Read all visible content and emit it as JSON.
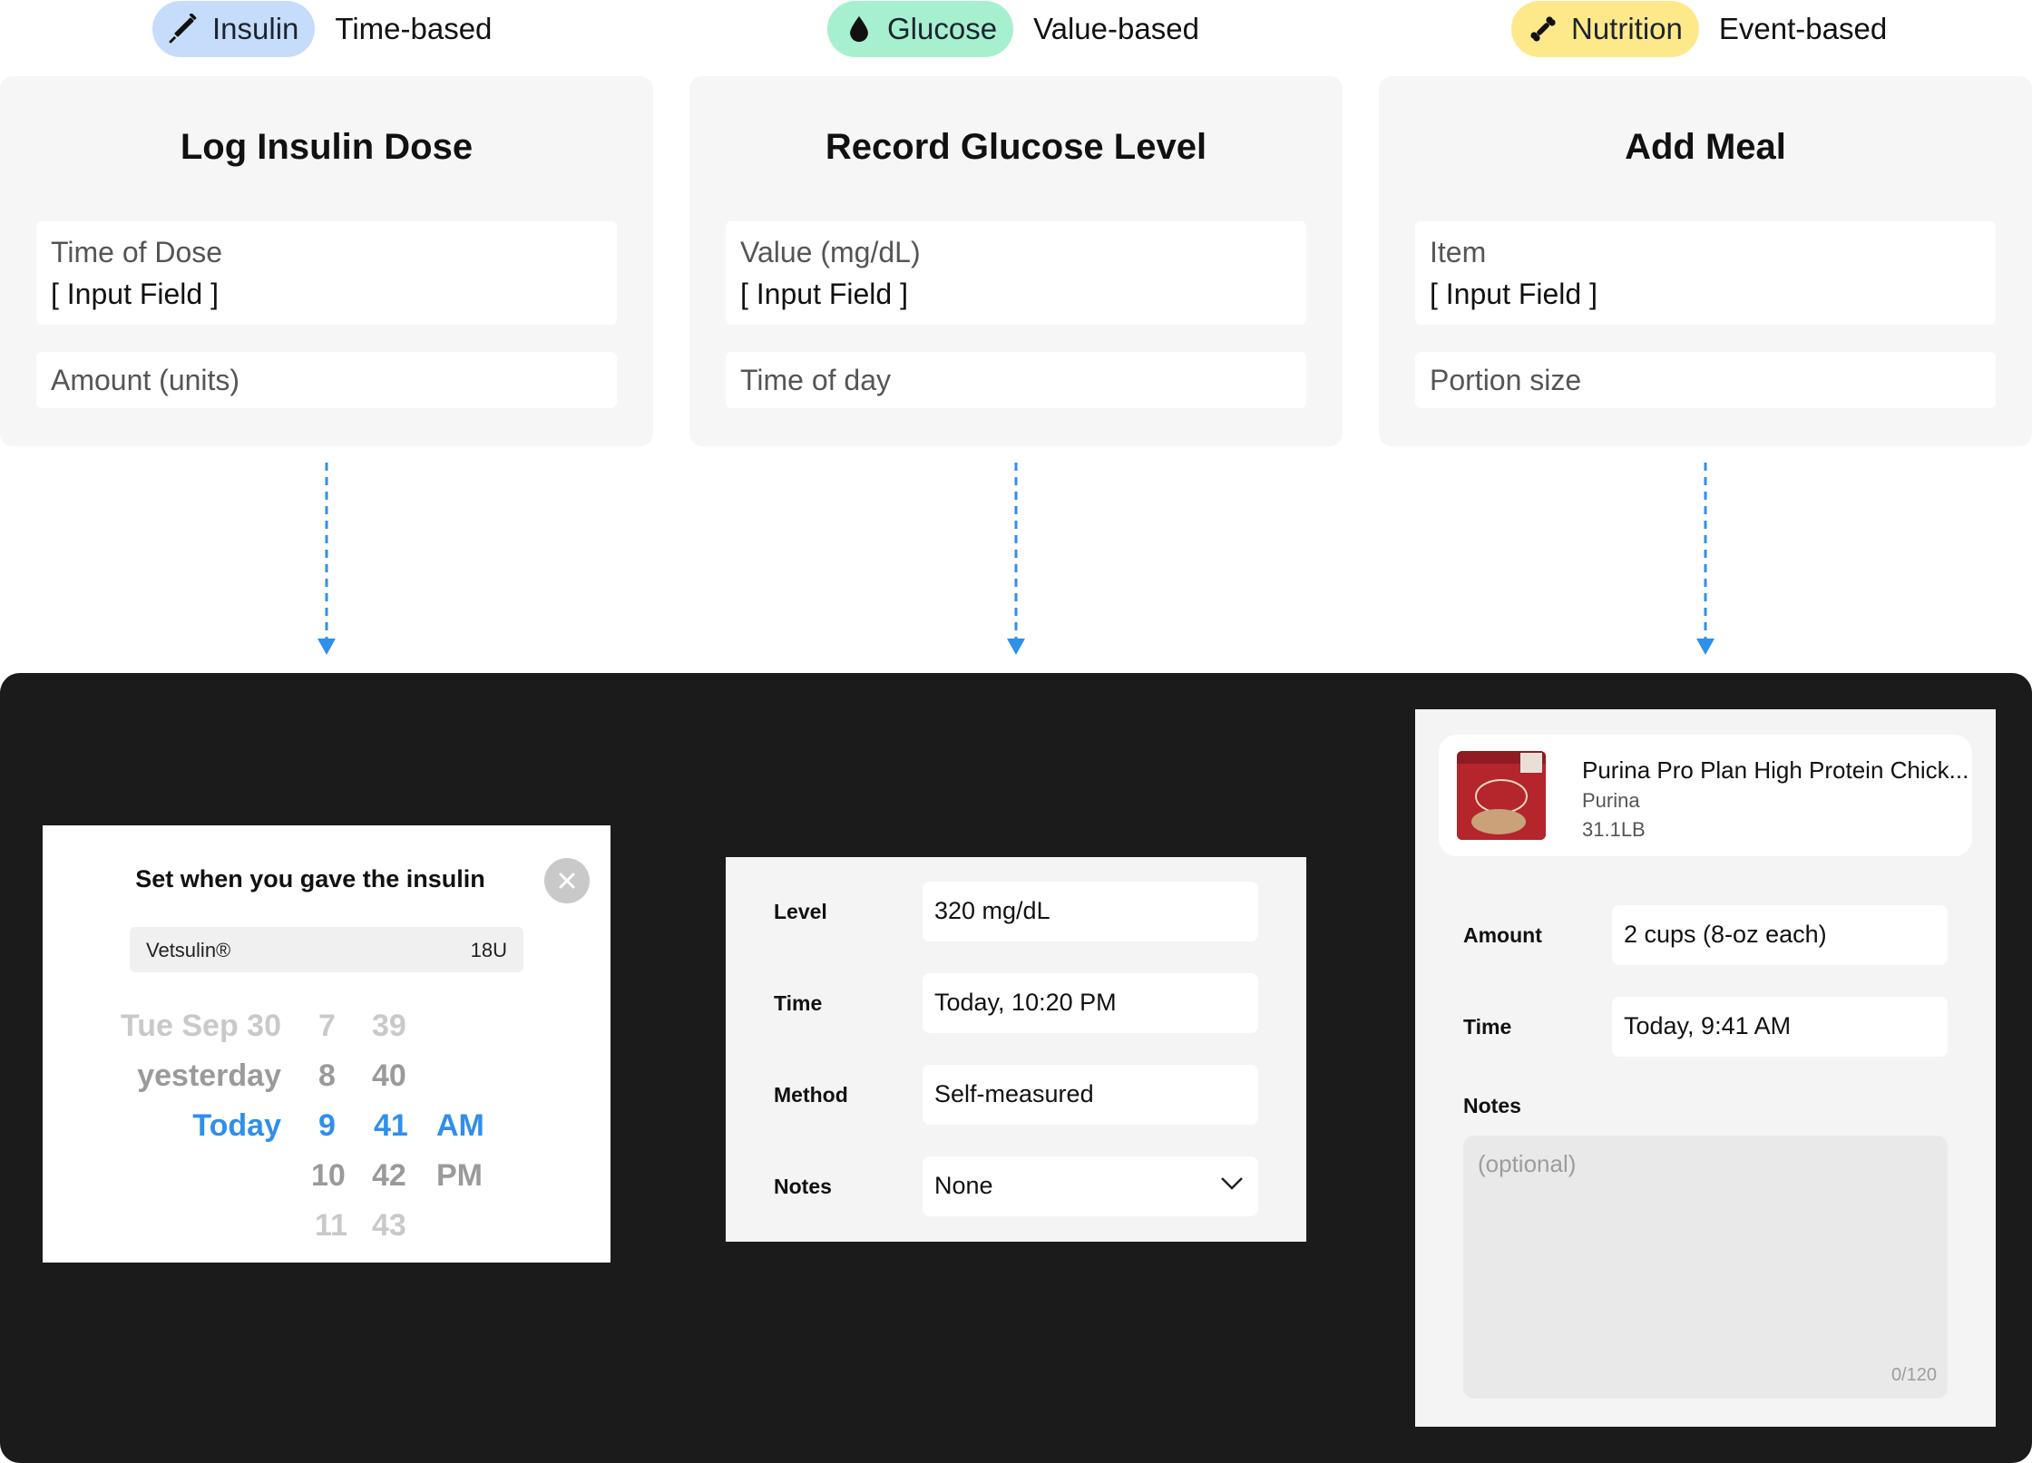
{
  "categories": [
    {
      "pill": "Insulin",
      "type": "Time-based",
      "icon": "syringe-icon",
      "color": "#c6dcfb"
    },
    {
      "pill": "Glucose",
      "type": "Value-based",
      "icon": "drop-icon",
      "color": "#a6f0cf"
    },
    {
      "pill": "Nutrition",
      "type": "Event-based",
      "icon": "bone-icon",
      "color": "#fde98a"
    }
  ],
  "cards": [
    {
      "title": "Log Insulin Dose",
      "field1_label": "Time of Dose",
      "field1_value": "[ Input Field ]",
      "field2_label": "Amount (units)"
    },
    {
      "title": "Record Glucose Level",
      "field1_label": "Value (mg/dL)",
      "field1_value": "[ Input Field ]",
      "field2_label": "Time of day"
    },
    {
      "title": "Add Meal",
      "field1_label": "Item",
      "field1_value": "[ Input Field ]",
      "field2_label": "Portion size"
    }
  ],
  "insulin_picker": {
    "title": "Set when you gave the insulin",
    "medication": "Vetsulin®",
    "dose": "18U",
    "days": [
      "Tue Sep 30",
      "yesterday",
      "Today"
    ],
    "hours": [
      "7",
      "8",
      "9",
      "10",
      "11"
    ],
    "minutes": [
      "39",
      "40",
      "41",
      "42",
      "43"
    ],
    "periods": [
      "AM",
      "PM"
    ]
  },
  "glucose_form": {
    "rows": [
      {
        "label": "Level",
        "value": "320 mg/dL"
      },
      {
        "label": "Time",
        "value": "Today, 10:20 PM"
      },
      {
        "label": "Method",
        "value": "Self-measured"
      },
      {
        "label": "Notes",
        "value": "None"
      }
    ]
  },
  "meal_form": {
    "product_name": "Purina Pro Plan High Protein Chick...",
    "product_brand": "Purina",
    "product_size": "31.1LB",
    "amount_label": "Amount",
    "amount_value": "2 cups (8-oz each)",
    "time_label": "Time",
    "time_value": "Today, 9:41 AM",
    "notes_label": "Notes",
    "notes_placeholder": "(optional)",
    "notes_counter": "0/120"
  },
  "colors": {
    "accent": "#2f8fea",
    "dark_panel": "#1b1b1b",
    "card_bg": "#f6f6f6"
  }
}
